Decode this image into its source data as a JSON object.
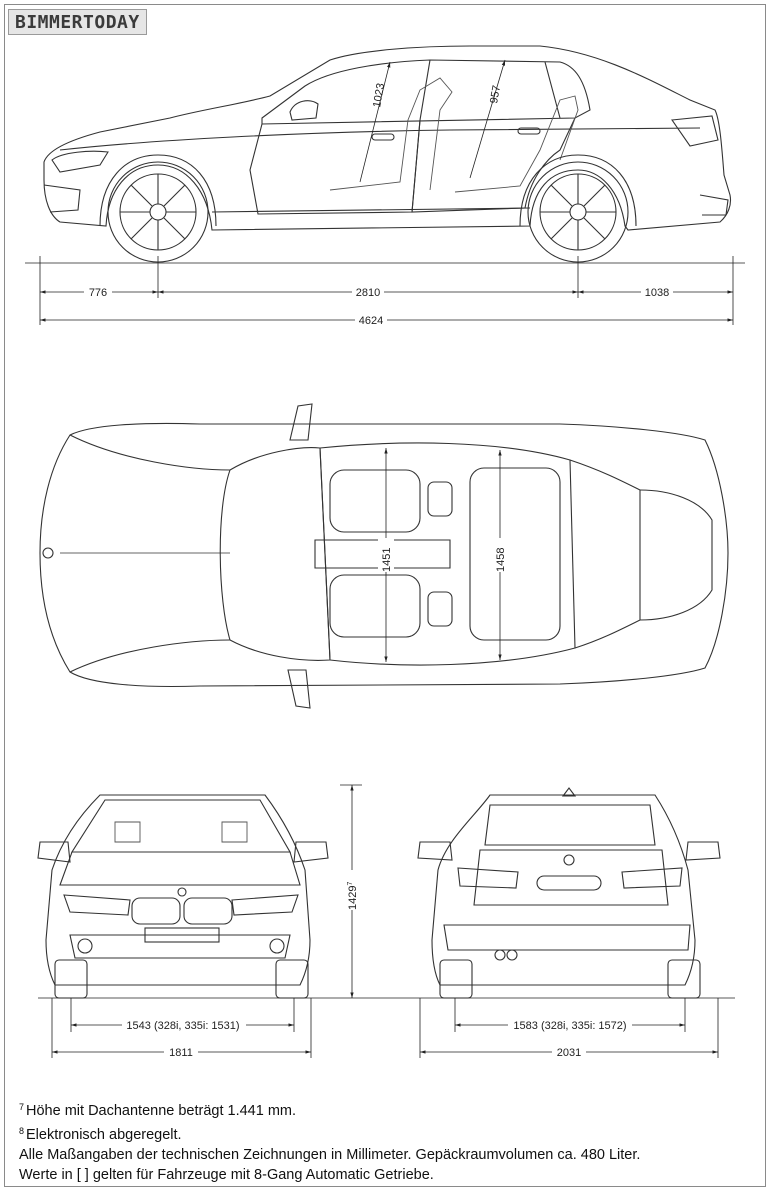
{
  "logo": {
    "text": "BIMMERTODAY"
  },
  "side_view": {
    "dim_front_overhang": "776",
    "dim_wheelbase": "2810",
    "dim_rear_overhang": "1038",
    "dim_length": "4624",
    "dim_front_headroom": "1023",
    "dim_rear_headroom": "957"
  },
  "top_view": {
    "dim_front_shoulder": "1451",
    "dim_rear_shoulder": "1458"
  },
  "front_view": {
    "dim_track_front": "1543 (328i, 335i: 1531)",
    "dim_width": "1811",
    "dim_height": "1429",
    "dim_height_sup": "7"
  },
  "rear_view": {
    "dim_track_rear": "1583 (328i, 335i: 1572)",
    "dim_width_mirrors": "2031"
  },
  "notes": {
    "note7_mark": "7",
    "note7": "Höhe mit Dachantenne beträgt 1.441 mm.",
    "note8_mark": "8",
    "note8": "Elektronisch abgeregelt.",
    "line3": "Alle Maßangaben der technischen Zeichnungen in Millimeter. Gepäckraumvolumen ca. 480 Liter.",
    "line4": "Werte in [ ] gelten für Fahrzeuge mit 8-Gang Automatic Getriebe."
  }
}
